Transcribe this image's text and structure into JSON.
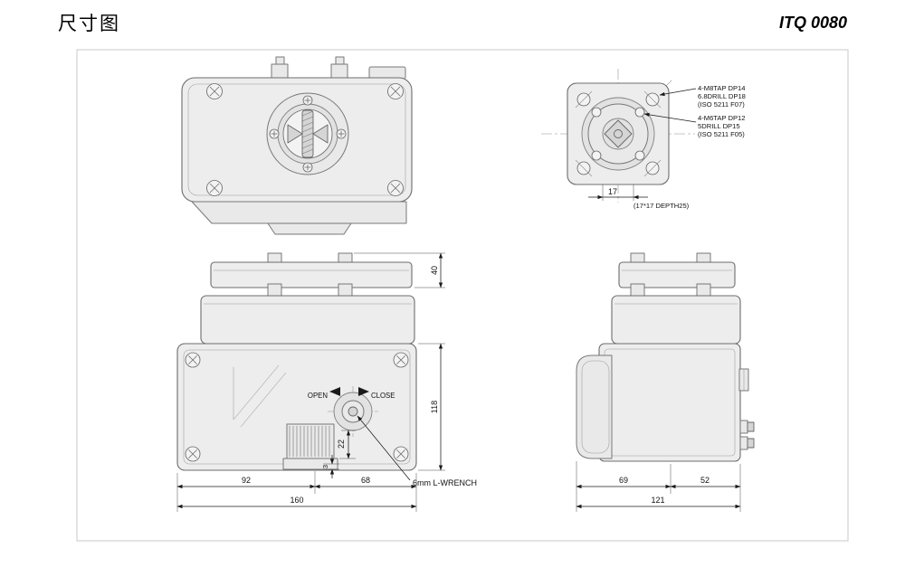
{
  "header": {
    "title": "尺寸图",
    "model": "ITQ 0080"
  },
  "flange_view": {
    "note_f07_line1": "4-M8TAP DP14",
    "note_f07_line2": "6.8DRILL DP18",
    "note_f07_line3": "(ISO 5211 F07)",
    "note_f05_line1": "4-M6TAP DP12",
    "note_f05_line2": "5DRILL DP15",
    "note_f05_line3": "(ISO 5211 F05)",
    "dim_square_width": "17",
    "square_drive_note": "(17*17 DEPTH25)"
  },
  "front_view": {
    "label_open": "OPEN",
    "label_close": "CLOSE",
    "wrench_note": "6mm L-WRENCH",
    "dim_cover_height": "40",
    "dim_body_height": "118",
    "dim_wrench_depth": "22",
    "dim_plate": "3",
    "dim_left": "92",
    "dim_right": "68",
    "dim_total_width": "160"
  },
  "side_view": {
    "dim_left": "69",
    "dim_right": "52",
    "dim_total_depth": "121"
  }
}
